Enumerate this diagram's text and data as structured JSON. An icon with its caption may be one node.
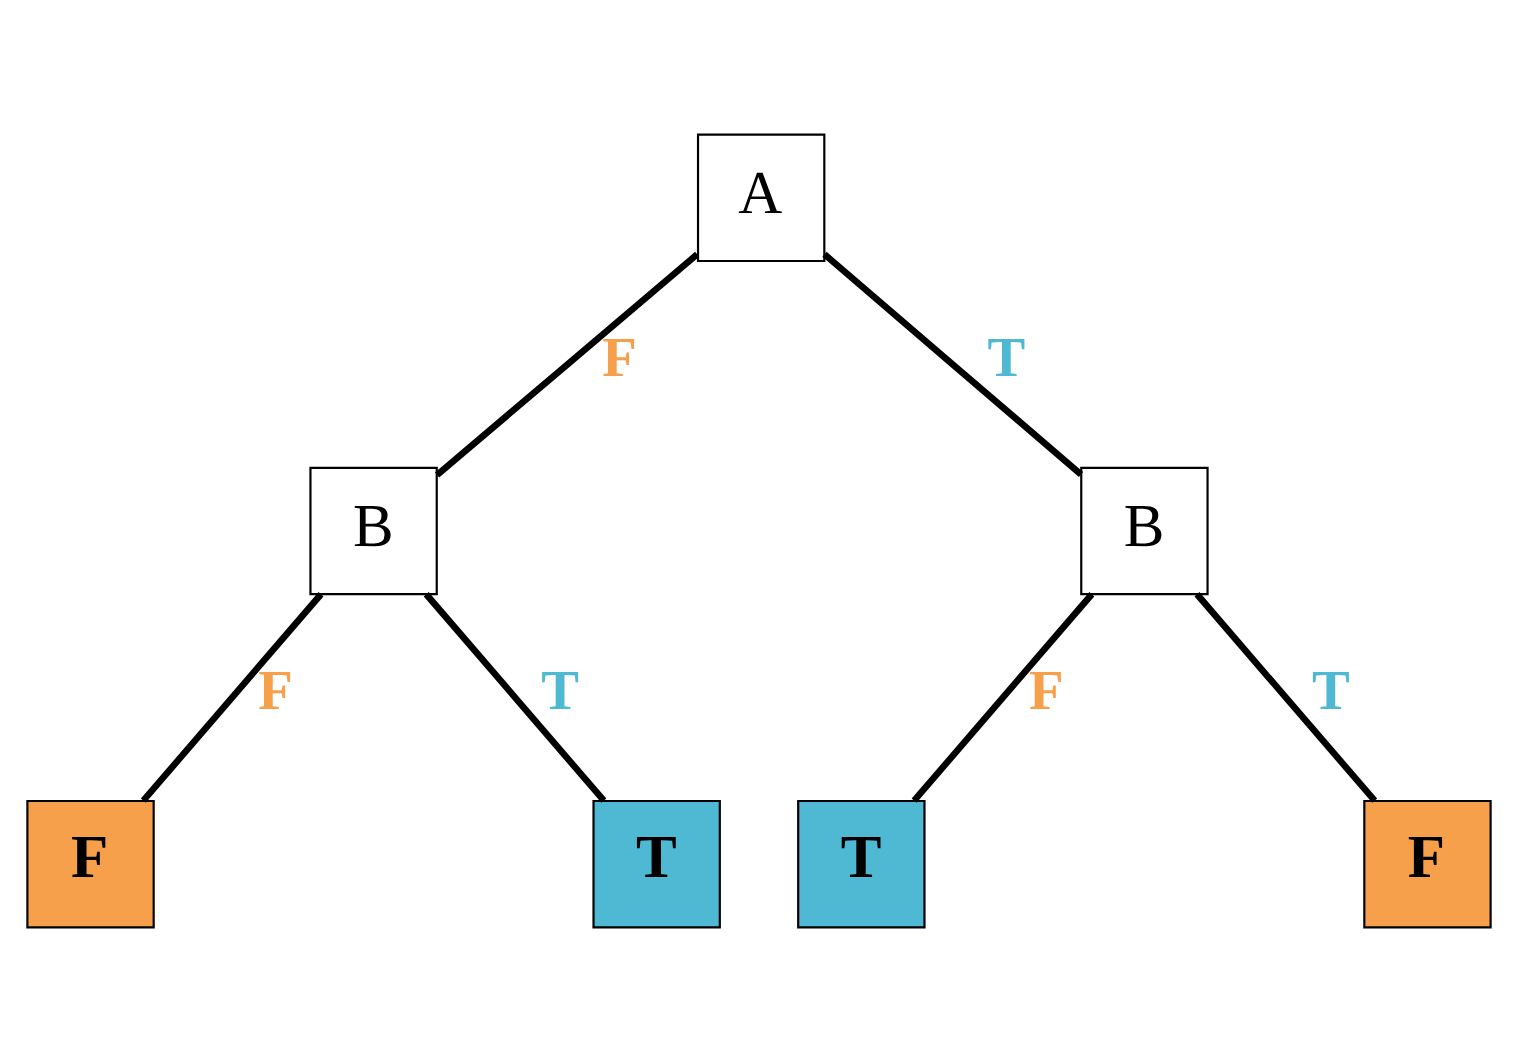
{
  "diagram": {
    "nodes": [
      {
        "text": [
          "A"
        ]
      },
      {
        "text": [
          "B"
        ]
      },
      {
        "text": [
          "B"
        ]
      },
      {
        "text": [
          "F"
        ]
      },
      {
        "text": [
          "T"
        ]
      },
      {
        "text": [
          "T"
        ]
      },
      {
        "text": [
          "F"
        ]
      }
    ],
    "edges": [
      {
        "from": 0,
        "to": 1,
        "arrow": "none",
        "label": "F"
      },
      {
        "from": 0,
        "to": 2,
        "arrow": "none",
        "label": "T"
      },
      {
        "from": 1,
        "to": 3,
        "arrow": "none",
        "label": "F"
      },
      {
        "from": 1,
        "to": 4,
        "arrow": "none",
        "label": "T"
      },
      {
        "from": 2,
        "to": 5,
        "arrow": "none",
        "label": "F"
      },
      {
        "from": 2,
        "to": 6,
        "arrow": "none",
        "label": "T"
      }
    ]
  }
}
